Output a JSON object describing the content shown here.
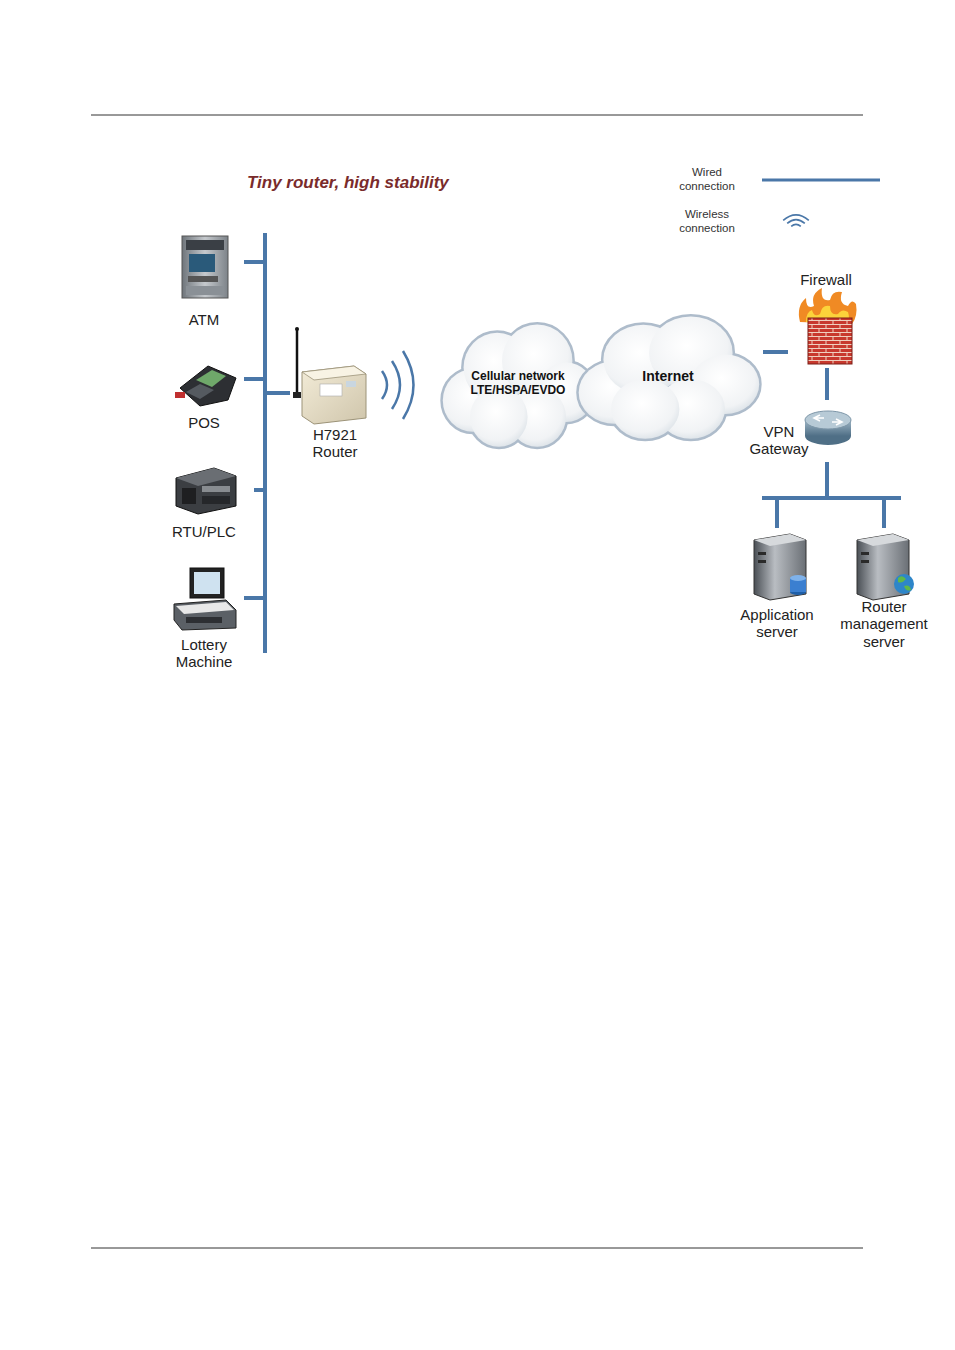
{
  "diagram": {
    "title": "Tiny router, high stability",
    "nodes": [
      {
        "text": [
          "ATM"
        ]
      },
      {
        "text": [
          "POS"
        ]
      },
      {
        "text": [
          "RTU/PLC"
        ]
      },
      {
        "text": [
          "Lottery Machine"
        ]
      },
      {
        "text": [
          "H7921 Router"
        ]
      },
      {
        "text": [
          "Cellular network LTE/HSPA/EVDO"
        ]
      },
      {
        "text": [
          "Internet"
        ]
      },
      {
        "text": [
          "Firewall"
        ]
      },
      {
        "text": [
          "VPN Gateway"
        ]
      },
      {
        "text": [
          "Application server"
        ]
      },
      {
        "text": [
          "Router management server"
        ]
      }
    ],
    "edges": [
      {
        "from": 0,
        "to": 4,
        "arrow": "none"
      },
      {
        "from": 1,
        "to": 4,
        "arrow": "none"
      },
      {
        "from": 2,
        "to": 4,
        "arrow": "none"
      },
      {
        "from": 3,
        "to": 4,
        "arrow": "none"
      },
      {
        "from": 6,
        "to": 7,
        "arrow": "none"
      },
      {
        "from": 7,
        "to": 8,
        "arrow": "none"
      },
      {
        "from": 8,
        "to": 9,
        "arrow": "none"
      },
      {
        "from": 8,
        "to": 10,
        "arrow": "none"
      }
    ],
    "legend": [
      {
        "text": "Wired connection"
      },
      {
        "text": "Wireless connection"
      }
    ]
  }
}
